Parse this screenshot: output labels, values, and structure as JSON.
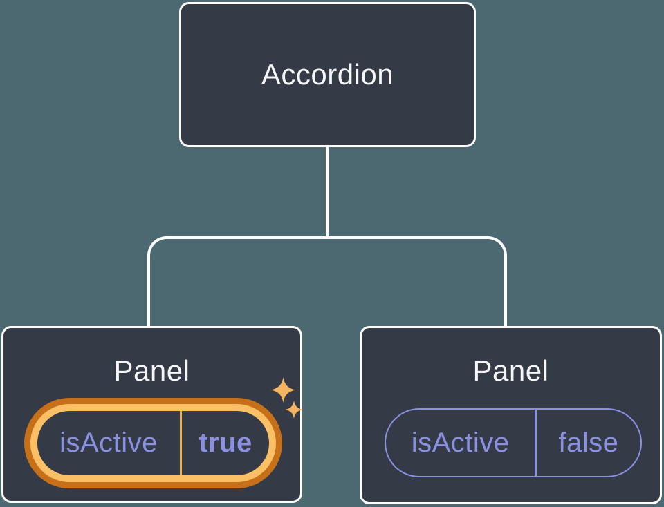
{
  "diagram": {
    "root": {
      "title": "Accordion"
    },
    "children": [
      {
        "title": "Panel",
        "state": {
          "key": "isActive",
          "value": "true"
        },
        "highlighted": true
      },
      {
        "title": "Panel",
        "state": {
          "key": "isActive",
          "value": "false"
        },
        "highlighted": false
      }
    ]
  },
  "colors": {
    "background": "#4c6972",
    "node-fill": "#343a46",
    "node-border": "#ffffff",
    "title-text": "#f6f7f9",
    "state-text": "#8a91e2",
    "highlight-ring-outer": "#c7701a",
    "highlight-ring-inner": "#fbbf66",
    "highlight-divider": "#eeb35c",
    "sparkle": "#f5b45f"
  }
}
